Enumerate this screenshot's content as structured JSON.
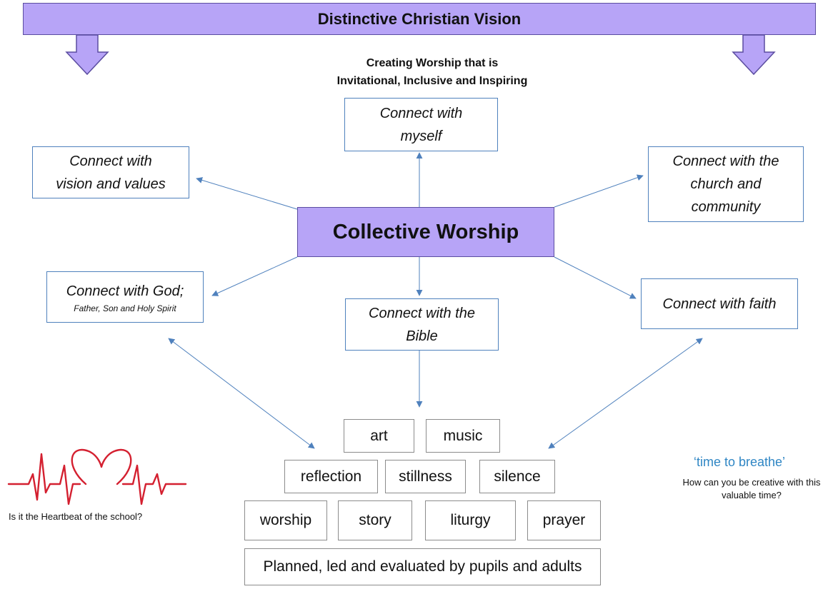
{
  "banner": {
    "title": "Distinctive Christian Vision"
  },
  "subtitle": {
    "line1": "Creating Worship that is",
    "line2": "Invitational, Inclusive and Inspiring"
  },
  "center": {
    "label": "Collective Worship"
  },
  "connections": {
    "myself": {
      "line1": "Connect with",
      "line2": "myself"
    },
    "vision": {
      "line1": "Connect with",
      "line2": "vision and values"
    },
    "church": {
      "line1": "Connect with the",
      "line2": "church and",
      "line3": "community"
    },
    "god": {
      "line1": "Connect with God;",
      "line2": "Father, Son and Holy Spirit"
    },
    "bible": {
      "line1": "Connect with the",
      "line2": "Bible"
    },
    "faith": {
      "line1": "Connect with faith"
    }
  },
  "elements": {
    "row1": [
      "art",
      "music"
    ],
    "row2": [
      "reflection",
      "stillness",
      "silence"
    ],
    "row3": [
      "worship",
      "story",
      "liturgy",
      "prayer"
    ],
    "footer": "Planned, led and evaluated by pupils and adults"
  },
  "heartbeat": {
    "caption": "Is it the Heartbeat of the school?"
  },
  "breathe": {
    "title": "‘time to breathe’",
    "question_line1": "How can you be creative with this",
    "question_line2": "valuable time?"
  },
  "colors": {
    "purple_fill": "#b7a4f7",
    "purple_border": "#5b4da0",
    "box_border": "#4f81bd",
    "connector": "#4f81bd",
    "heart": "#d42030",
    "breathe_text": "#2f86c4"
  },
  "icons": [
    "down-arrow-icon",
    "heartbeat-icon"
  ]
}
